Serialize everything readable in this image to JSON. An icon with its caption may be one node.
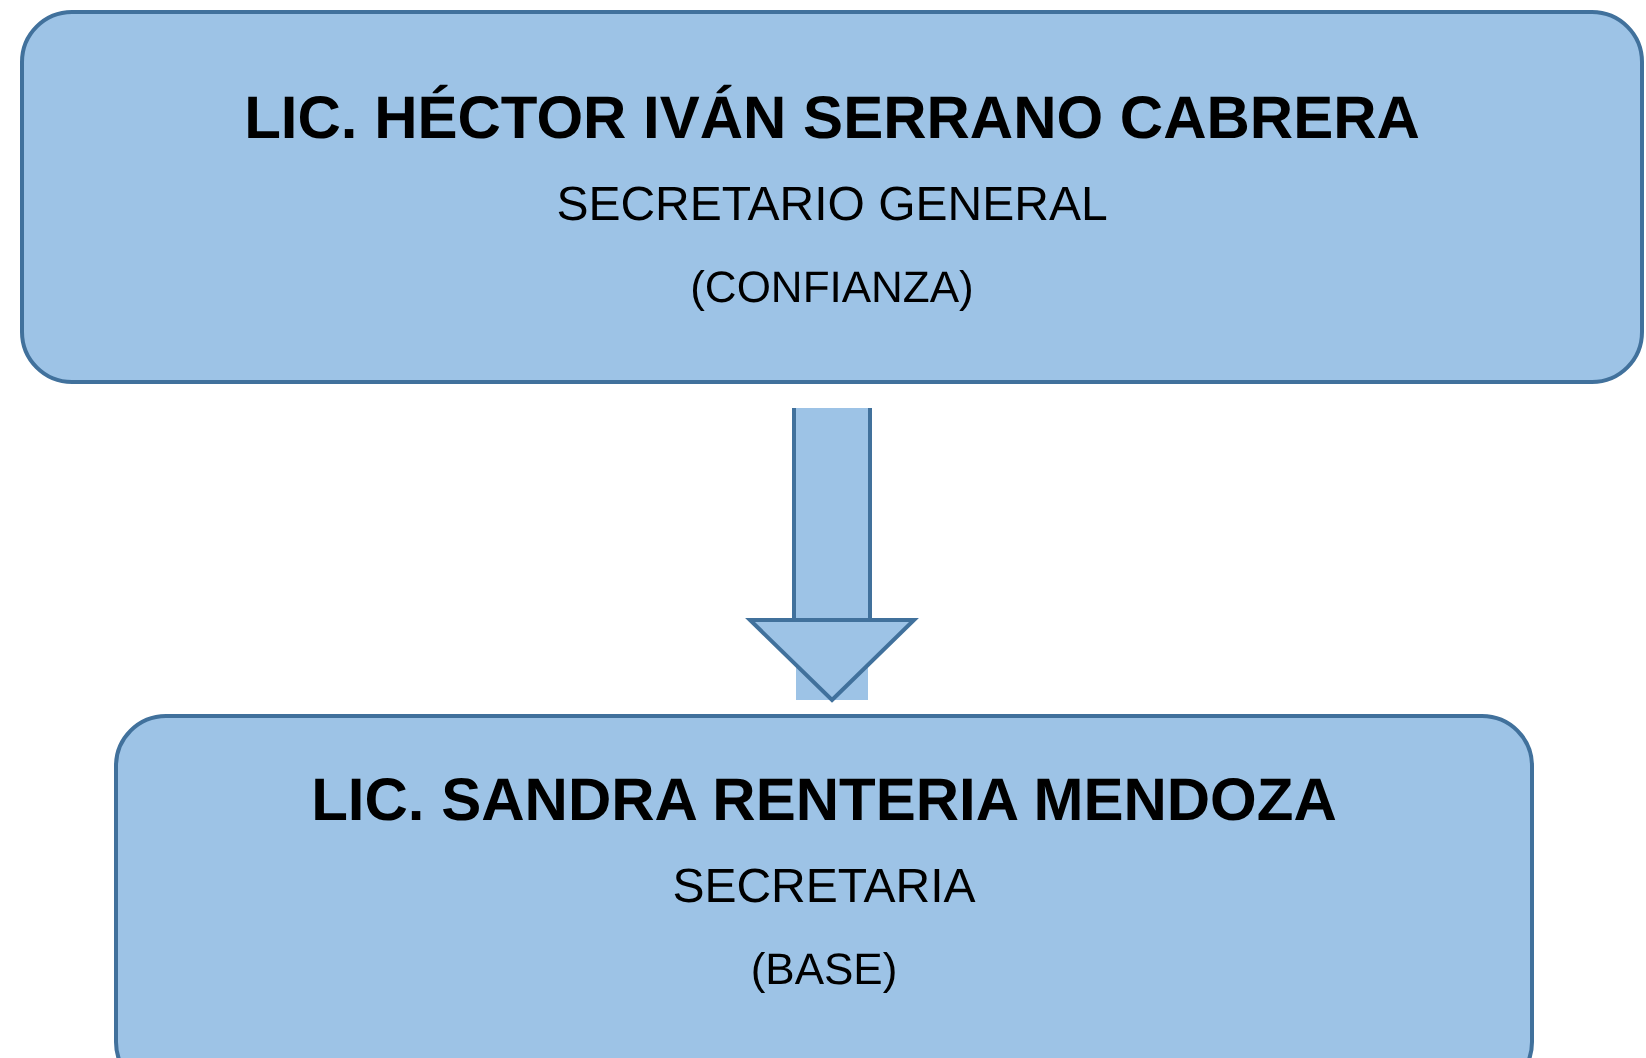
{
  "diagram": {
    "nodes": [
      {
        "text": [
          "LIC. HÉCTOR IVÁN SERRANO CABRERA",
          "SECRETARIO GENERAL",
          "(CONFIANZA)"
        ]
      },
      {
        "text": [
          "LIC. SANDRA RENTERIA MENDOZA",
          "SECRETARIA",
          "(BASE)"
        ]
      }
    ],
    "edges": [
      {
        "from": 0,
        "to": 1,
        "arrow": "to"
      }
    ]
  }
}
